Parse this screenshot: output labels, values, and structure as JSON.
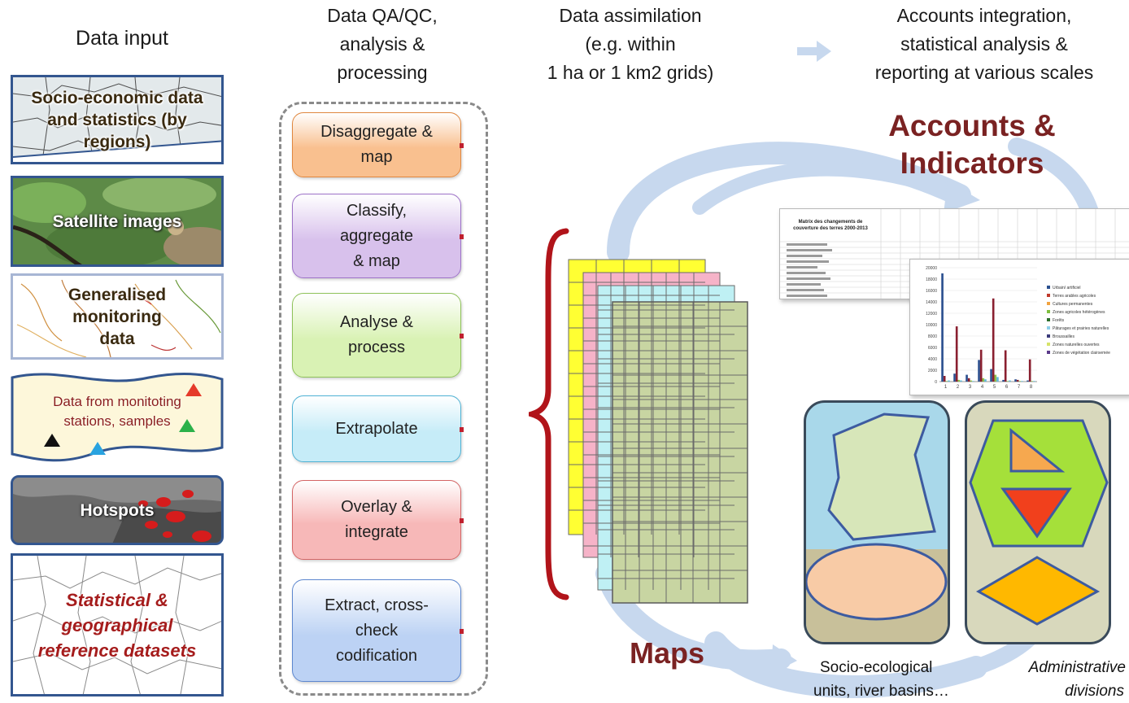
{
  "headers": {
    "input": "Data input",
    "qaqc": [
      "Data QA/QC,",
      "analysis &",
      "processing"
    ],
    "assimilation": [
      "Data assimilation",
      "(e.g. within",
      "1 ha or 1 km2 grids)"
    ],
    "accounts": [
      "Accounts integration,",
      "statistical analysis &",
      "reporting at various scales"
    ]
  },
  "inputs": [
    {
      "lines": [
        "Socio-economic data",
        "and statistics (by",
        "regions)"
      ]
    },
    {
      "lines": [
        "Satellite images"
      ]
    },
    {
      "lines": [
        "Generalised",
        "monitoring",
        "data"
      ]
    },
    {
      "lines": [
        "Data from monitoting",
        "stations, samples"
      ]
    },
    {
      "lines": [
        "Hotspots"
      ]
    },
    {
      "lines": [
        "Statistical &",
        "geographical",
        "reference datasets"
      ]
    }
  ],
  "steps": [
    {
      "lines": [
        "Disaggregate &",
        "map"
      ],
      "fill": "#f9c08f",
      "border": "#e0873f"
    },
    {
      "lines": [
        "Classify,",
        "aggregate",
        "& map"
      ],
      "fill": "#d8c1ec",
      "border": "#9d72c8"
    },
    {
      "lines": [
        "Analyse &",
        "process"
      ],
      "fill": "#d9f2b4",
      "border": "#8fc25a"
    },
    {
      "lines": [
        "Extrapolate"
      ],
      "fill": "#c6ecf8",
      "border": "#4fb2d4"
    },
    {
      "lines": [
        "Overlay &",
        "integrate"
      ],
      "fill": "#f7b8b8",
      "border": "#d46565"
    },
    {
      "lines": [
        "Extract, cross-",
        "check",
        "codification"
      ],
      "fill": "#bcd2f4",
      "border": "#5d87cf"
    }
  ],
  "labels": {
    "accounts_title": [
      "Accounts &",
      "Indicators"
    ],
    "maps_title": "Maps",
    "socio_ecological": [
      "Socio-ecological",
      "units, river basins…"
    ],
    "administrative": [
      "Administrative",
      "divisions"
    ],
    "table_title": [
      "Matrix des changements de",
      "couverture des terres 2000-2013"
    ]
  },
  "chart_data": {
    "type": "bar",
    "categories": [
      "1",
      "2",
      "3",
      "4",
      "5",
      "6",
      "7",
      "8"
    ],
    "series": [
      {
        "values": [
          19000,
          1400,
          1200,
          3800,
          2200,
          300,
          400,
          200
        ],
        "color": "#2a4f8f"
      },
      {
        "values": [
          1000,
          9700,
          600,
          5600,
          14600,
          5500,
          300,
          3900
        ],
        "color": "#8a2030"
      },
      {
        "values": [
          100,
          300,
          200,
          600,
          1200,
          100,
          100,
          100
        ],
        "color": "#8fbf4a"
      },
      {
        "values": [
          200,
          200,
          100,
          400,
          800,
          200,
          100,
          100
        ],
        "color": "#5fb8d8"
      }
    ],
    "ylim": [
      0,
      20000
    ],
    "yticks": [
      "20000",
      "18000",
      "16000",
      "14000",
      "12000",
      "10000",
      "8000",
      "6000",
      "4000",
      "2000",
      "0"
    ],
    "legend": [
      "Urbain/ artificiel",
      "Terres arables agricoles",
      "Cultures permanentes",
      "Zones agricoles hétérogènes",
      "Forêts",
      "Pâturages et prairies naturelles",
      "Broussailles",
      "Zones naturelles ouvertes",
      "Zones de végétation clairsemée"
    ],
    "legend_colors": [
      "#2a4f8f",
      "#c0392b",
      "#f1a340",
      "#7fbf3f",
      "#2c6e2c",
      "#8fd0ea",
      "#3a3a7a",
      "#d6e36a",
      "#5a3a8a"
    ],
    "legend_placement": "right"
  },
  "colors": {
    "arrow": "#c7d8ee",
    "brace": "#b1141a",
    "title_red": "#7a2222"
  }
}
